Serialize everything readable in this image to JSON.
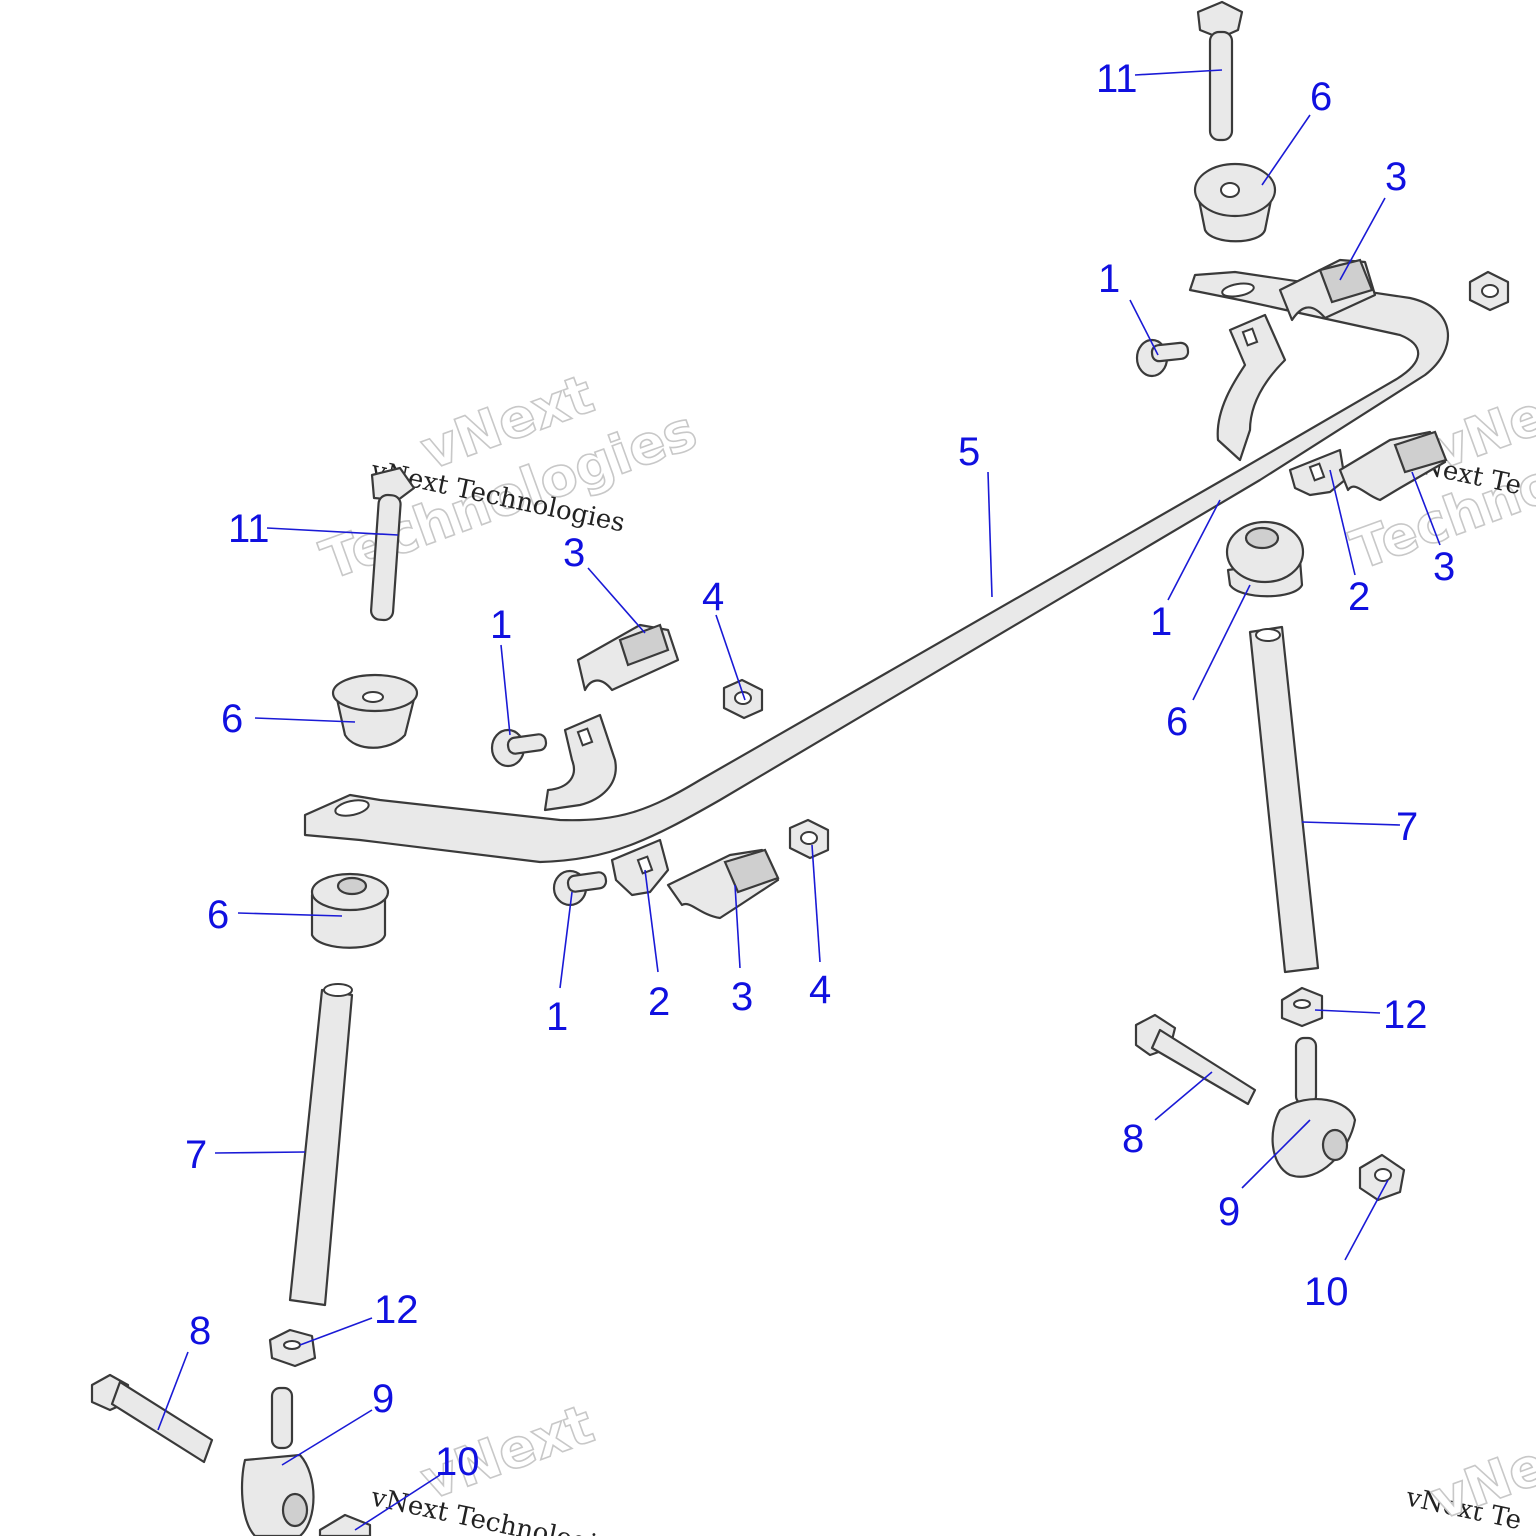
{
  "diagram": {
    "callouts": [
      {
        "id": "c-1a",
        "text": "1"
      },
      {
        "id": "c-1b",
        "text": "1"
      },
      {
        "id": "c-1c",
        "text": "1"
      },
      {
        "id": "c-1d",
        "text": "1"
      },
      {
        "id": "c-2a",
        "text": "2"
      },
      {
        "id": "c-2b",
        "text": "2"
      },
      {
        "id": "c-3a",
        "text": "3"
      },
      {
        "id": "c-3b",
        "text": "3"
      },
      {
        "id": "c-3c",
        "text": "3"
      },
      {
        "id": "c-3d",
        "text": "3"
      },
      {
        "id": "c-4a",
        "text": "4"
      },
      {
        "id": "c-4b",
        "text": "4"
      },
      {
        "id": "c-5",
        "text": "5"
      },
      {
        "id": "c-6a",
        "text": "6"
      },
      {
        "id": "c-6b",
        "text": "6"
      },
      {
        "id": "c-6c",
        "text": "6"
      },
      {
        "id": "c-6d",
        "text": "6"
      },
      {
        "id": "c-7a",
        "text": "7"
      },
      {
        "id": "c-7b",
        "text": "7"
      },
      {
        "id": "c-8a",
        "text": "8"
      },
      {
        "id": "c-8b",
        "text": "8"
      },
      {
        "id": "c-9a",
        "text": "9"
      },
      {
        "id": "c-9b",
        "text": "9"
      },
      {
        "id": "c-10a",
        "text": "10"
      },
      {
        "id": "c-10b",
        "text": "10"
      },
      {
        "id": "c-11a",
        "text": "11"
      },
      {
        "id": "c-11b",
        "text": "11"
      },
      {
        "id": "c-12a",
        "text": "12"
      },
      {
        "id": "c-12b",
        "text": "12"
      }
    ]
  },
  "watermark": {
    "brand_word": "vNext",
    "brand_big": "Technologies",
    "caption": "vNext Technologies",
    "caption_partial": "vNext Te",
    "caption_bottom": "vNext Technologies"
  },
  "colors": {
    "callout": "#1010e0",
    "leader": "#1a1ad6",
    "part_fill": "#e9e9e9",
    "part_stroke": "#3a3a3a"
  }
}
